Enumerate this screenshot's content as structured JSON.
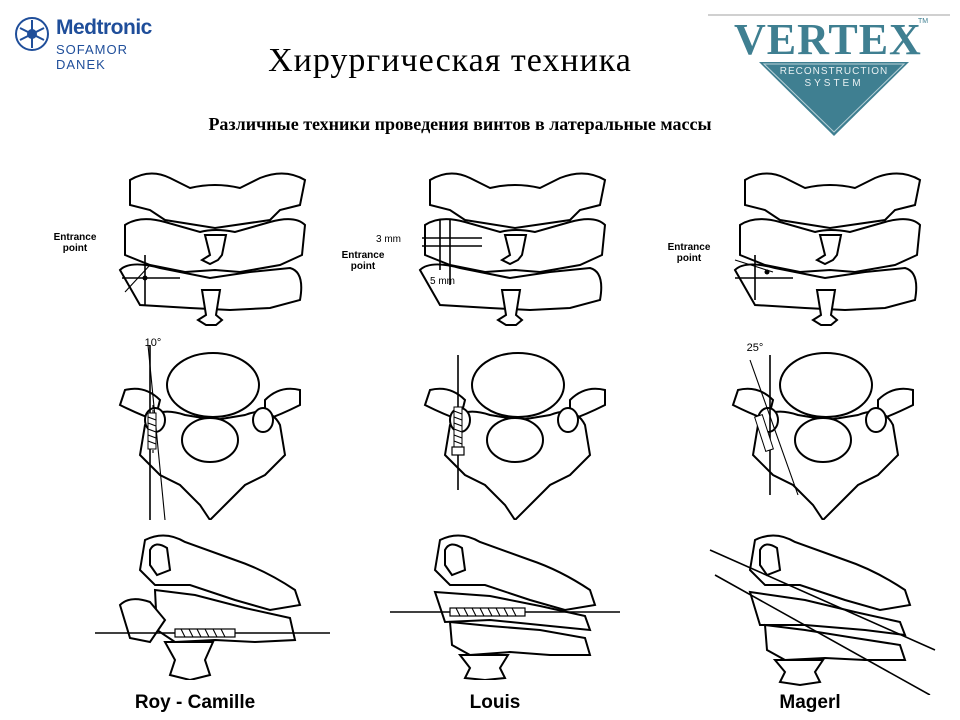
{
  "header": {
    "title": "Хирургическая техника",
    "subtitle": "Различные техники проведения винтов в латеральные массы"
  },
  "logos": {
    "medtronic_name": "Medtronic",
    "medtronic_sub": "SOFAMOR DANEK",
    "vertex_name": "VERTEX",
    "vertex_tm": "TM",
    "vertex_line1": "RECONSTRUCTION",
    "vertex_line2": "SYSTEM",
    "brand_blue": "#1f4e9a",
    "vertex_teal": "#3f7f91",
    "vertex_gray": "#8a8a8a"
  },
  "columns": [
    {
      "label": "Roy - Camille",
      "entrance_label_1": "Entrance",
      "entrance_label_2": "point",
      "angle": "10°"
    },
    {
      "label": "Louis",
      "dim_top": "3 mm",
      "entrance_label_1": "Entrance",
      "entrance_label_2": "point",
      "dim_bottom": "5 mm"
    },
    {
      "label": "Magerl",
      "entrance_label_1": "Entrance",
      "entrance_label_2": "point",
      "angle": "25°"
    }
  ]
}
